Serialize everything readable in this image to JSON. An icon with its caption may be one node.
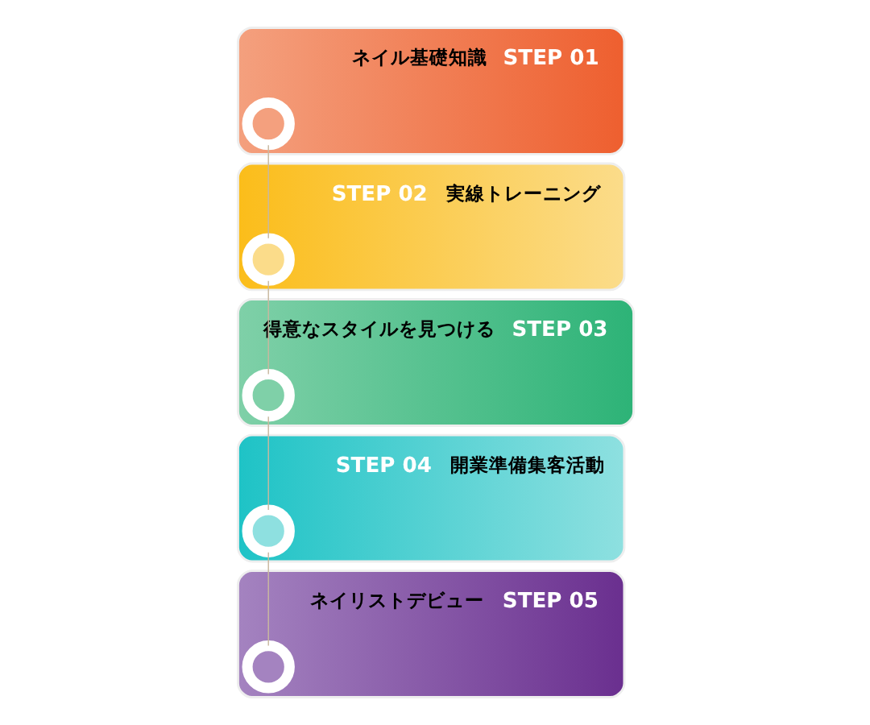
{
  "diagram": {
    "nodes": [
      {
        "text": [
          "ネイル基礎知識",
          "STEP 01"
        ]
      },
      {
        "text": [],
        "shape": "circle",
        "in": 0
      },
      {
        "text": [
          "STEP 02",
          "実線トレーニング"
        ]
      },
      {
        "text": [],
        "shape": "circle",
        "in": 2
      },
      {
        "text": [
          "得意なスタイルを見つける",
          "STEP 03"
        ]
      },
      {
        "text": [],
        "shape": "circle",
        "in": 4
      },
      {
        "text": [
          "STEP 04",
          "開業準備集客活動"
        ]
      },
      {
        "text": [],
        "shape": "circle",
        "in": 6
      },
      {
        "text": [
          "ネイリストデビュー",
          "STEP 05"
        ]
      },
      {
        "text": [],
        "shape": "circle",
        "in": 8
      }
    ],
    "edges": [
      {
        "from": 1,
        "to": 3,
        "arrow": "none"
      },
      {
        "from": 3,
        "to": 5,
        "arrow": "none"
      },
      {
        "from": 5,
        "to": 7,
        "arrow": "none"
      },
      {
        "from": 7,
        "to": 9,
        "arrow": "none"
      }
    ]
  }
}
